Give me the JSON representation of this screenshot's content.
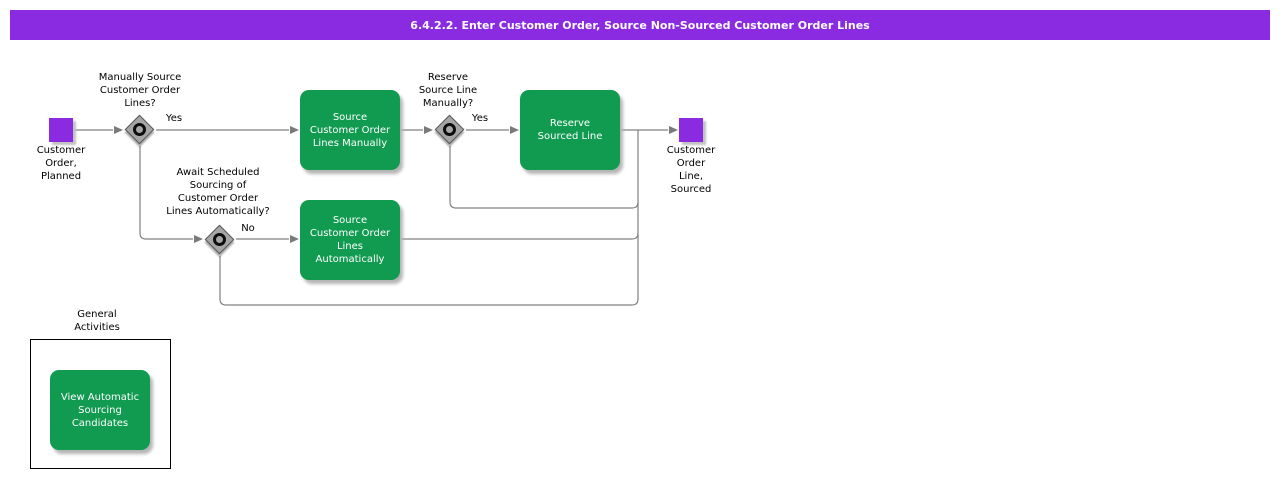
{
  "header": {
    "title": "6.4.2.2. Enter Customer Order, Source Non-Sourced Customer Order Lines"
  },
  "flow": {
    "start_event": {
      "label": "Customer\nOrder,\nPlanned"
    },
    "gateway_manually_source": {
      "question": "Manually Source\nCustomer Order\nLines?",
      "branch_yes": "Yes"
    },
    "task_source_lines_manually": {
      "label": "Source\nCustomer Order\nLines Manually"
    },
    "gateway_reserve_source_line": {
      "question": "Reserve\nSource Line\nManually?",
      "branch_yes": "Yes"
    },
    "task_reserve_sourced_line": {
      "label": "Reserve\nSourced Line"
    },
    "gateway_await_scheduled_sourcing": {
      "question": "Await Scheduled\nSourcing of\nCustomer Order\nLines Automatically?",
      "branch_no": "No"
    },
    "task_source_lines_automatically": {
      "label": "Source\nCustomer Order\nLines\nAutomatically"
    },
    "end_event": {
      "label": "Customer\nOrder\nLine,\nSourced"
    }
  },
  "general_activities": {
    "title": "General\nActivities",
    "task_view_automatic_sourcing_candidates": {
      "label": "View Automatic\nSourcing\nCandidates"
    }
  },
  "colors": {
    "header_bg": "#8A2BE2",
    "event_fill": "#8A2BE2",
    "task_fill": "#119B50",
    "gateway_fill": "#A6A6A6",
    "connector": "#808080"
  }
}
